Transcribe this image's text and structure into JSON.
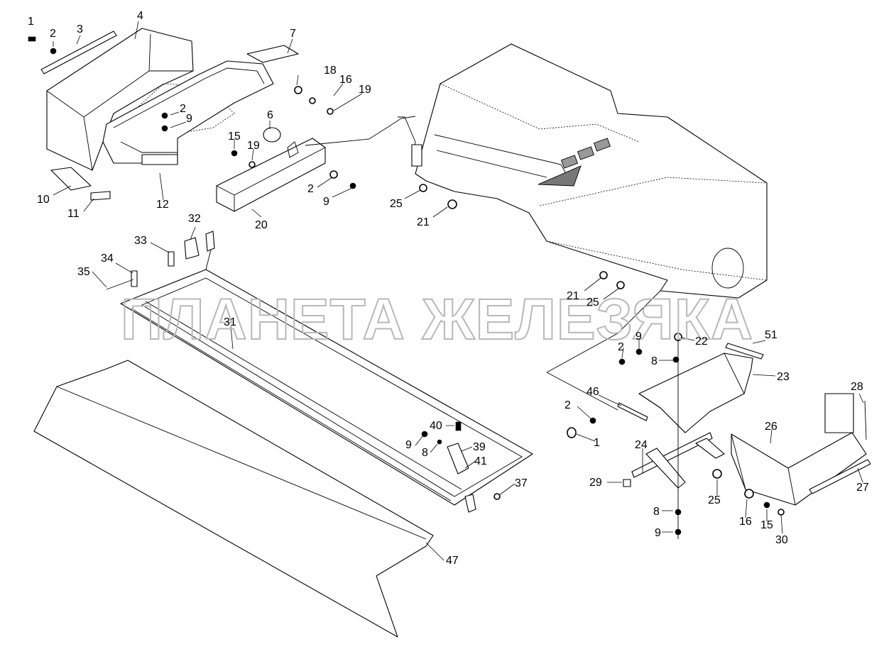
{
  "diagram": {
    "watermark": "ПЛАНЕТА ЖЕЛЕЗЯКА",
    "callouts": [
      {
        "id": "c1a",
        "text": "1"
      },
      {
        "id": "c2a",
        "text": "2"
      },
      {
        "id": "c3",
        "text": "3"
      },
      {
        "id": "c4",
        "text": "4"
      },
      {
        "id": "c7",
        "text": "7"
      },
      {
        "id": "c18",
        "text": "18"
      },
      {
        "id": "c16a",
        "text": "16"
      },
      {
        "id": "c19a",
        "text": "19"
      },
      {
        "id": "c2b",
        "text": "2"
      },
      {
        "id": "c9a",
        "text": "9"
      },
      {
        "id": "c6",
        "text": "6"
      },
      {
        "id": "c15a",
        "text": "15"
      },
      {
        "id": "c19b",
        "text": "19"
      },
      {
        "id": "c2c",
        "text": "2"
      },
      {
        "id": "c9b",
        "text": "9"
      },
      {
        "id": "c25a",
        "text": "25"
      },
      {
        "id": "c21a",
        "text": "21"
      },
      {
        "id": "c10",
        "text": "10"
      },
      {
        "id": "c11",
        "text": "11"
      },
      {
        "id": "c12",
        "text": "12"
      },
      {
        "id": "c20",
        "text": "20"
      },
      {
        "id": "c32",
        "text": "32"
      },
      {
        "id": "c33",
        "text": "33"
      },
      {
        "id": "c34",
        "text": "34"
      },
      {
        "id": "c35",
        "text": "35"
      },
      {
        "id": "c31",
        "text": "31"
      },
      {
        "id": "c21b",
        "text": "21"
      },
      {
        "id": "c25b",
        "text": "25"
      },
      {
        "id": "c9c",
        "text": "9"
      },
      {
        "id": "c22",
        "text": "22"
      },
      {
        "id": "c51",
        "text": "51"
      },
      {
        "id": "c2d",
        "text": "2"
      },
      {
        "id": "c8a",
        "text": "8"
      },
      {
        "id": "c23",
        "text": "23"
      },
      {
        "id": "c46",
        "text": "46"
      },
      {
        "id": "c2e",
        "text": "2"
      },
      {
        "id": "c1b",
        "text": "1"
      },
      {
        "id": "c40",
        "text": "40"
      },
      {
        "id": "c9d",
        "text": "9"
      },
      {
        "id": "c8b",
        "text": "8"
      },
      {
        "id": "c39",
        "text": "39"
      },
      {
        "id": "c41",
        "text": "41"
      },
      {
        "id": "c37",
        "text": "37"
      },
      {
        "id": "c24",
        "text": "24"
      },
      {
        "id": "c26",
        "text": "26"
      },
      {
        "id": "c28",
        "text": "28"
      },
      {
        "id": "c29",
        "text": "29"
      },
      {
        "id": "c25c",
        "text": "25"
      },
      {
        "id": "c16b",
        "text": "16"
      },
      {
        "id": "c15b",
        "text": "15"
      },
      {
        "id": "c30",
        "text": "30"
      },
      {
        "id": "c27",
        "text": "27"
      },
      {
        "id": "c8c",
        "text": "8"
      },
      {
        "id": "c9e",
        "text": "9"
      },
      {
        "id": "c47",
        "text": "47"
      }
    ]
  }
}
